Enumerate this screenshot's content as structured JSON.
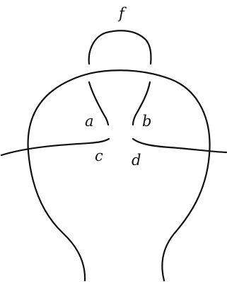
{
  "diagram": {
    "labels": {
      "f": "f",
      "a": "a",
      "b": "b",
      "c": "c",
      "d": "d"
    },
    "colors": {
      "stroke": "#111111",
      "background": "#ffffff"
    }
  }
}
